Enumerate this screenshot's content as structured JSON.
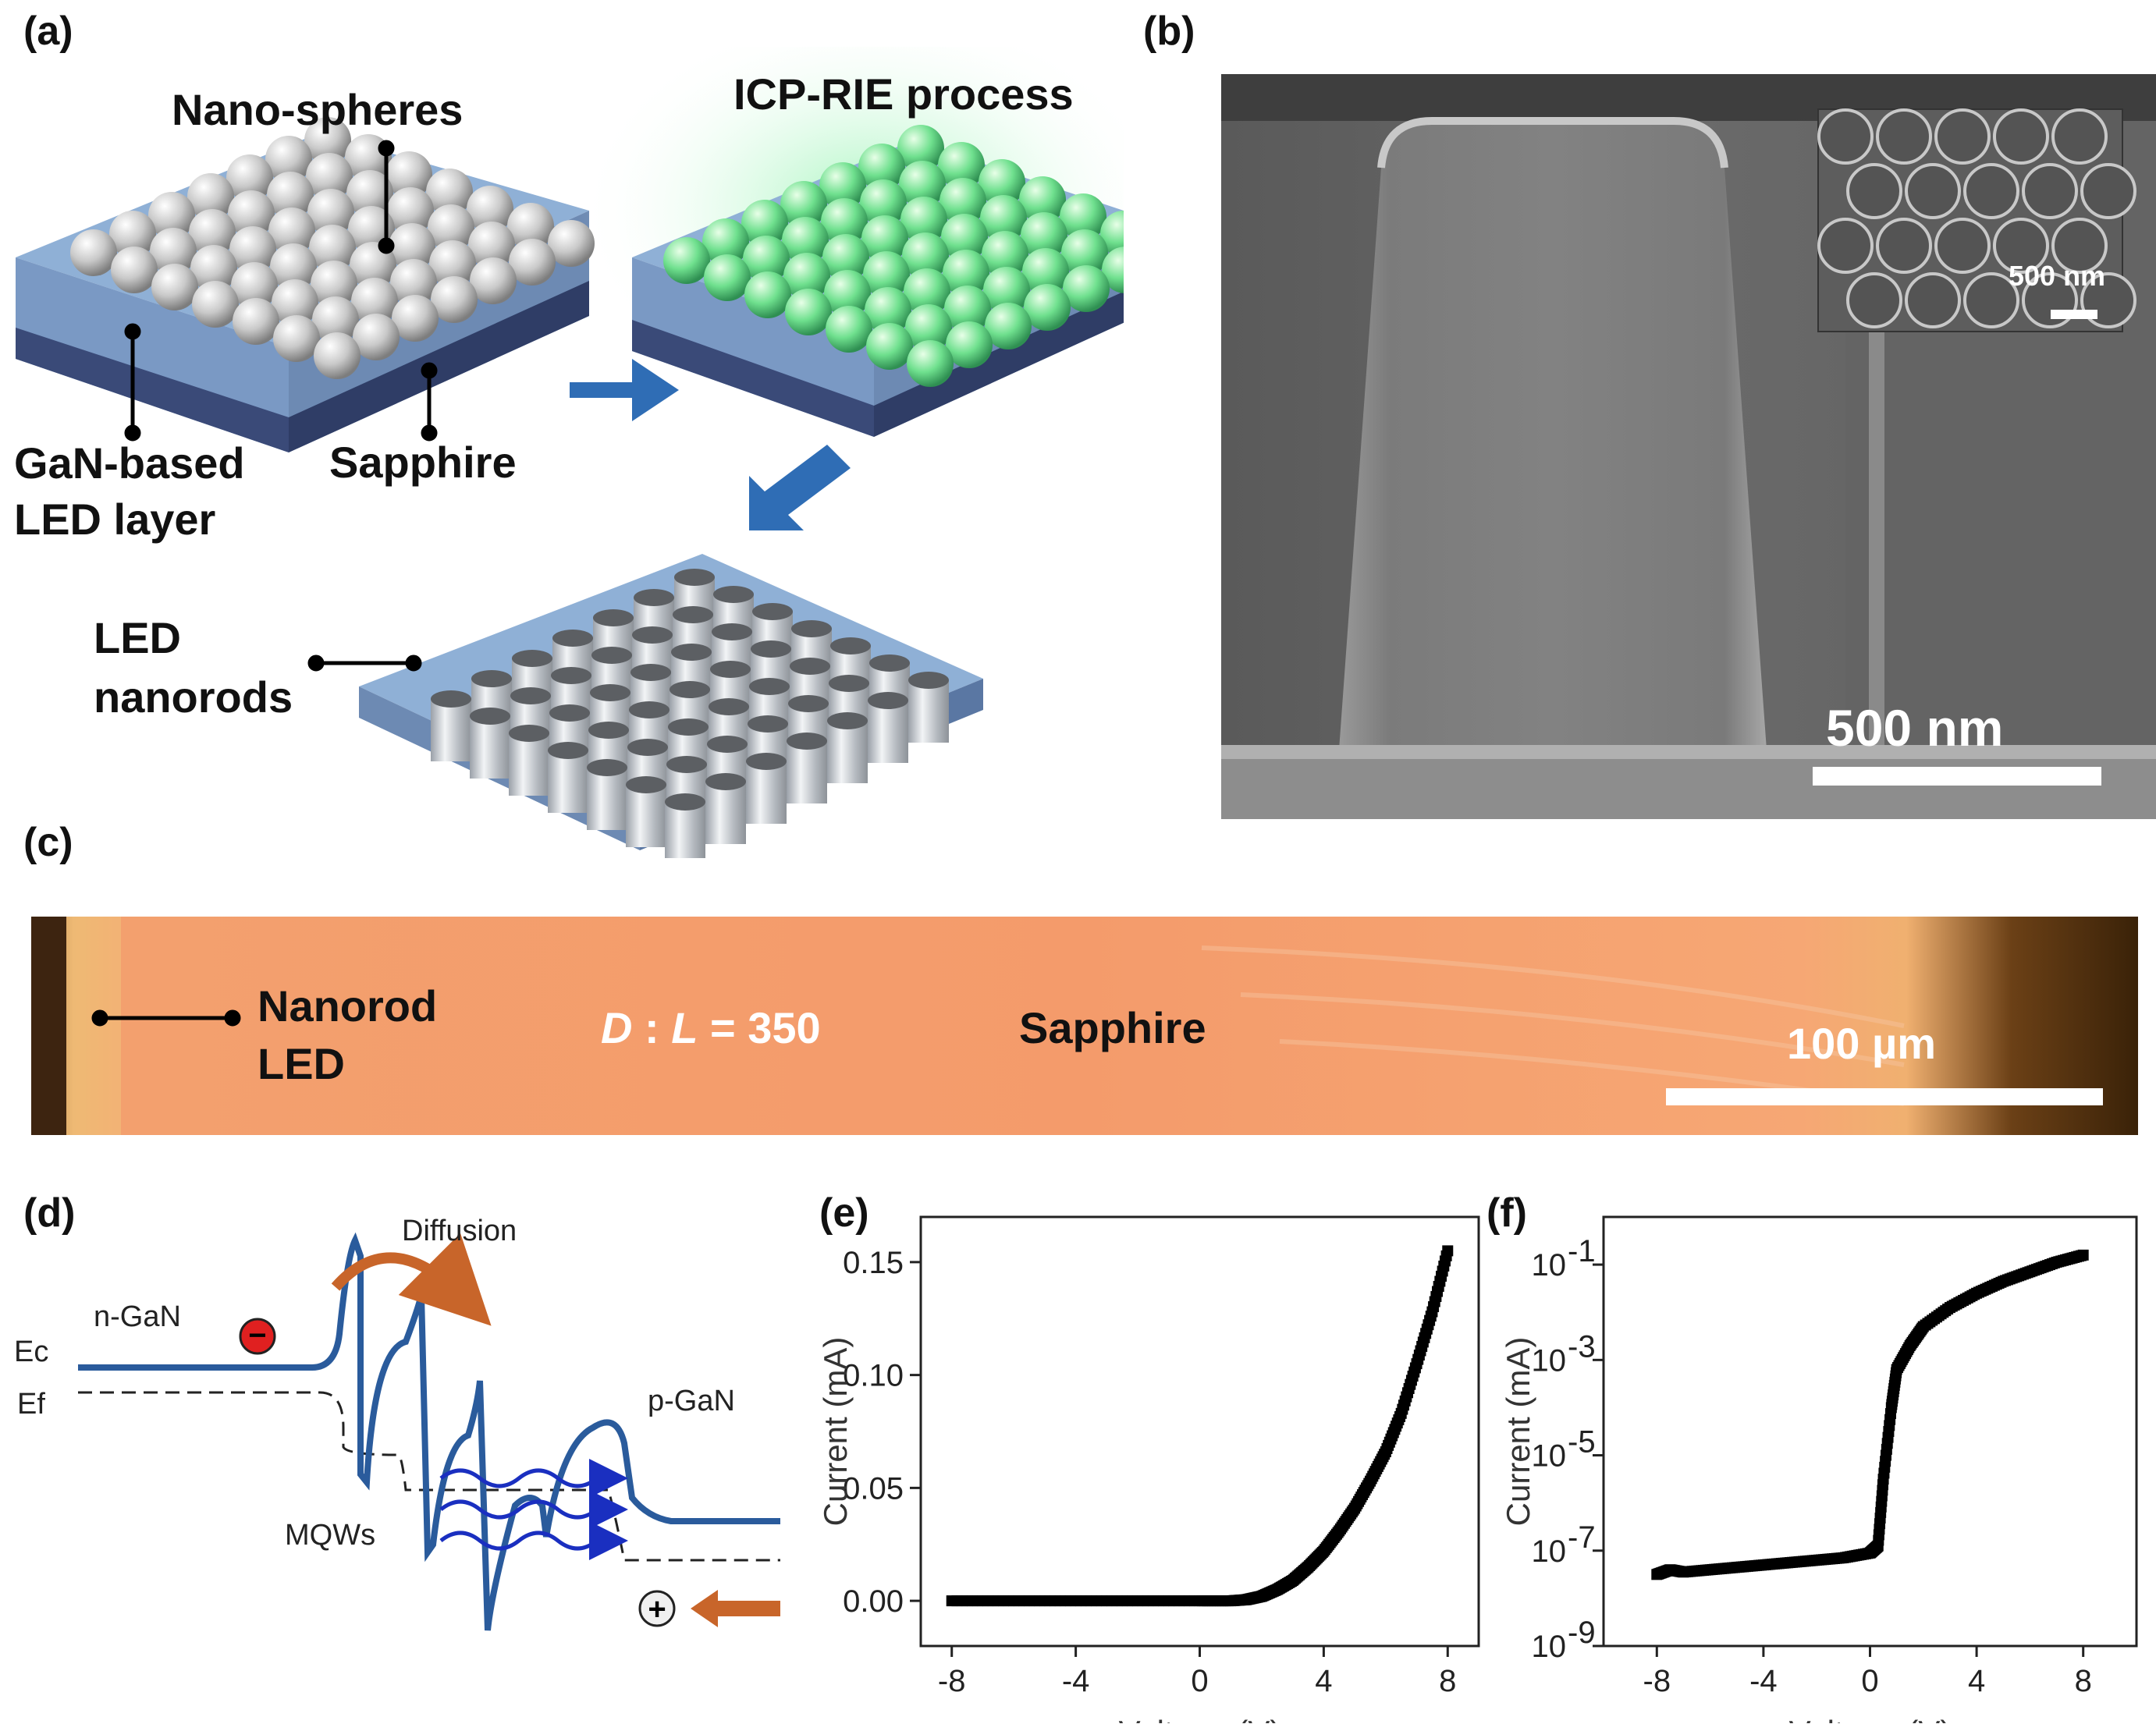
{
  "panels": {
    "a": {
      "label": "(a)",
      "nanospheres": "Nano-spheres",
      "icp": "ICP-RIE process",
      "gan_line1": "GaN-based",
      "gan_line2": "LED layer",
      "sapphire": "Sapphire",
      "nanorods_line1": "LED",
      "nanorods_line2": "nanorods"
    },
    "b": {
      "label": "(b)",
      "scale_main": "500 nm",
      "scale_inset": "500 nm"
    },
    "c": {
      "label": "(c)",
      "nanorod_line1": "Nanorod",
      "nanorod_line2": "LED",
      "ratio_D": "D",
      "ratio_sep": " : ",
      "ratio_L": "L",
      "ratio_val": " = 350",
      "sapphire": "Sapphire",
      "scale": "100 µm"
    },
    "d": {
      "label": "(d)",
      "diffusion": "Diffusion",
      "ngan": "n-GaN",
      "ec": "Ec",
      "ef": "Ef",
      "pgan": "p-GaN",
      "mqws": "MQWs",
      "minus": "−",
      "plus": "+"
    },
    "e": {
      "label": "(e)"
    },
    "f": {
      "label": "(f)"
    }
  },
  "colors": {
    "band": "#2a5b9c",
    "optical_orange": "#f49b6b",
    "arrow_blue": "#2f6db5",
    "arrow_orange": "#c8652a",
    "photon": "#1a2fc0",
    "green_glow": "#5fe08a"
  },
  "chart_data": [
    {
      "type": "scatter",
      "panel": "e",
      "xlabel": "Voltage (V)",
      "ylabel": "Current (mA)",
      "xlim": [
        -9,
        9
      ],
      "ylim": [
        -0.02,
        0.17
      ],
      "xticks": [
        -8,
        -4,
        0,
        4,
        8
      ],
      "yticks": [
        0.0,
        0.05,
        0.1,
        0.15
      ],
      "ytick_labels": [
        "0.00",
        "0.05",
        "0.10",
        "0.15"
      ],
      "x": [
        -8,
        -6,
        -4,
        -2,
        0,
        1,
        1.5,
        2,
        2.5,
        3,
        3.5,
        4,
        4.5,
        5,
        5.5,
        6,
        6.5,
        7,
        7.5,
        8
      ],
      "y": [
        0,
        0,
        0,
        0,
        0,
        0,
        0.0005,
        0.002,
        0.005,
        0.009,
        0.015,
        0.022,
        0.031,
        0.041,
        0.053,
        0.066,
        0.083,
        0.105,
        0.128,
        0.155
      ]
    },
    {
      "type": "scatter",
      "panel": "f",
      "scale": "log",
      "xlabel": "Voltage (V)",
      "ylabel": "Current (mA)",
      "xlim": [
        -10,
        10
      ],
      "ylim_exp": [
        -9,
        0
      ],
      "xticks": [
        -8,
        -4,
        0,
        4,
        8
      ],
      "ytick_exps": [
        -9,
        -7,
        -5,
        -3,
        -1
      ],
      "ytick_labels": [
        "10",
        "10",
        "10",
        "10",
        "10"
      ],
      "ytick_sups": [
        "-9",
        "-7",
        "-5",
        "-3",
        "-1"
      ],
      "x": [
        -8,
        -7.5,
        -7,
        -6,
        -5,
        -4,
        -3,
        -2,
        -1,
        0,
        0.3,
        0.5,
        0.8,
        1,
        1.5,
        2,
        3,
        4,
        5,
        6,
        7,
        8
      ],
      "y_log10": [
        -7.5,
        -7.4,
        -7.45,
        -7.4,
        -7.35,
        -7.3,
        -7.25,
        -7.2,
        -7.15,
        -7.05,
        -6.9,
        -5.5,
        -4.0,
        -3.2,
        -2.7,
        -2.3,
        -1.9,
        -1.6,
        -1.35,
        -1.15,
        -0.95,
        -0.8
      ]
    }
  ]
}
